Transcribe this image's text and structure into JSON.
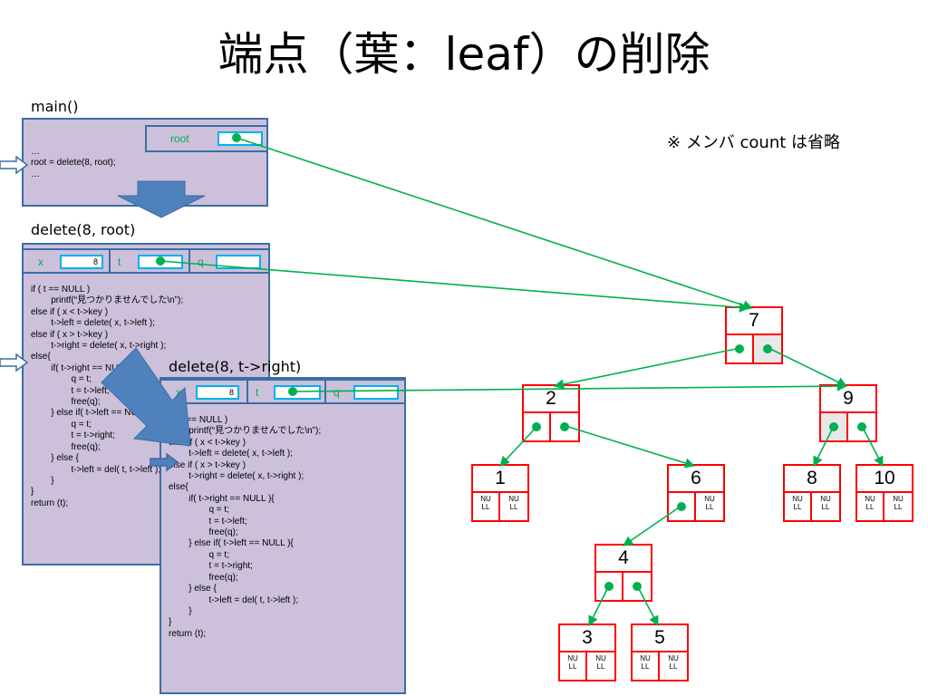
{
  "title": "端点（葉：leaf）の削除",
  "note": "※ メンバ count は省略",
  "main_frame": {
    "label": "main()",
    "var_root": "root",
    "code": "…\nroot = delete(8, root);\n…"
  },
  "delete1_frame": {
    "label": "delete(8, root)",
    "var_x": "x",
    "x_value": "8",
    "var_t": "t",
    "var_q": "q",
    "code": "if ( t == NULL )\n        printf(“見つかりませんでした\\n”);\nelse if ( x < t->key )\n        t->left = delete( x, t->left );\nelse if ( x > t->key )\n        t->right = delete( x, t->right );\nelse{\n        if( t->right == NULL ){\n                q = t;\n                t = t->left;\n                free(q);\n        } else if( t->left == NULL ){\n                q = t;\n                t = t->right;\n                free(q);\n        } else {\n                t->left = del( t, t->left );\n        }\n}\nreturn (t);"
  },
  "delete2_frame": {
    "label": "delete(8, t->right)",
    "var_x": "x",
    "x_value": "8",
    "var_t": "t",
    "var_q": "q",
    "code": "if ( t == NULL )\n        printf(“見つかりませんでした\\n”);\nelse if ( x < t->key )\n        t->left = delete( x, t->left );\nelse if ( x > t->key )\n        t->right = delete( x, t->right );\nelse{\n        if( t->right == NULL ){\n                q = t;\n                t = t->left;\n                free(q);\n        } else if( t->left == NULL ){\n                q = t;\n                t = t->right;\n                free(q);\n        } else {\n                t->left = del( t, t->left );\n        }\n}\nreturn (t);"
  },
  "null_text": "NU\nLL",
  "tree": {
    "n7": "7",
    "n2": "2",
    "n9": "9",
    "n1": "1",
    "n6": "6",
    "n8": "8",
    "n10": "10",
    "n4": "4",
    "n3": "3",
    "n5": "5"
  },
  "colors": {
    "frame_fill": "#ccc0da",
    "frame_border": "#3a6ea5",
    "pointer_green": "#00b050",
    "node_red": "#ff0000",
    "value_box": "#00b0f0",
    "call_arrow": "#4f81bd"
  }
}
